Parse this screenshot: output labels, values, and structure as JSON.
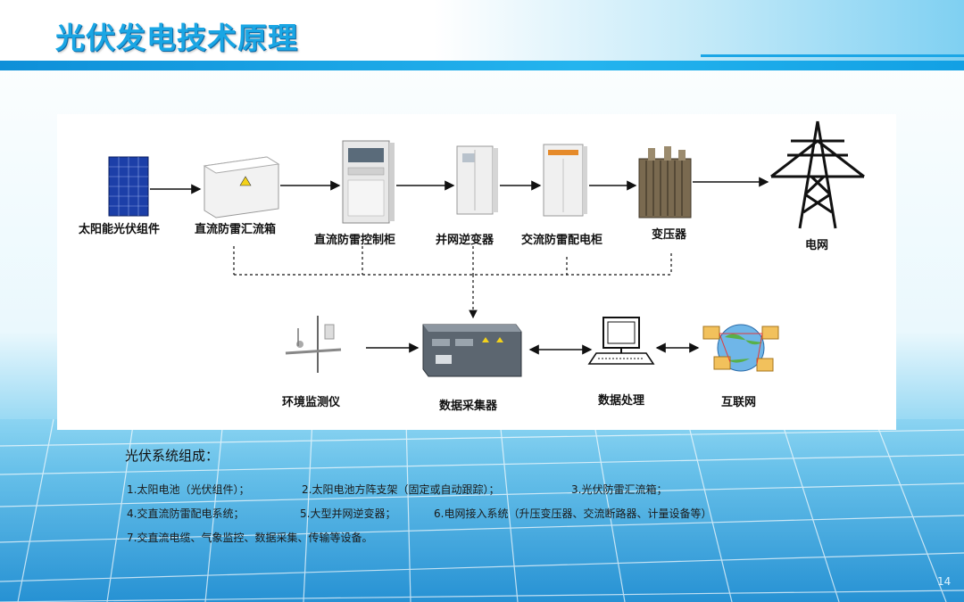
{
  "title": "光伏发电技术原理",
  "diagram": {
    "top_row": [
      "太阳能光伏组件",
      "直流防雷汇流箱",
      "直流防雷控制柜",
      "并网逆变器",
      "交流防雷配电柜",
      "变压器",
      "电网"
    ],
    "bottom_row": [
      "环境监测仪",
      "数据采集器",
      "数据处理",
      "互联网"
    ]
  },
  "composition": {
    "heading": "光伏系统组成：",
    "items": [
      "1.太阳电池（光伏组件）；",
      "2.太阳电池方阵支架（固定或自动跟踪）；",
      "3.光伏防雷汇流箱；",
      "4.交直流防雷配电系统；",
      "5.大型并网逆变器；",
      "6.电网接入系统（升压变压器、交流断路器、计量设备等）",
      "7.交直流电缆、气象监控、数据采集、传输等设备。"
    ]
  },
  "page_number": "14",
  "colors": {
    "title": "#1aa6e4",
    "bar": "#0e8fd8"
  }
}
